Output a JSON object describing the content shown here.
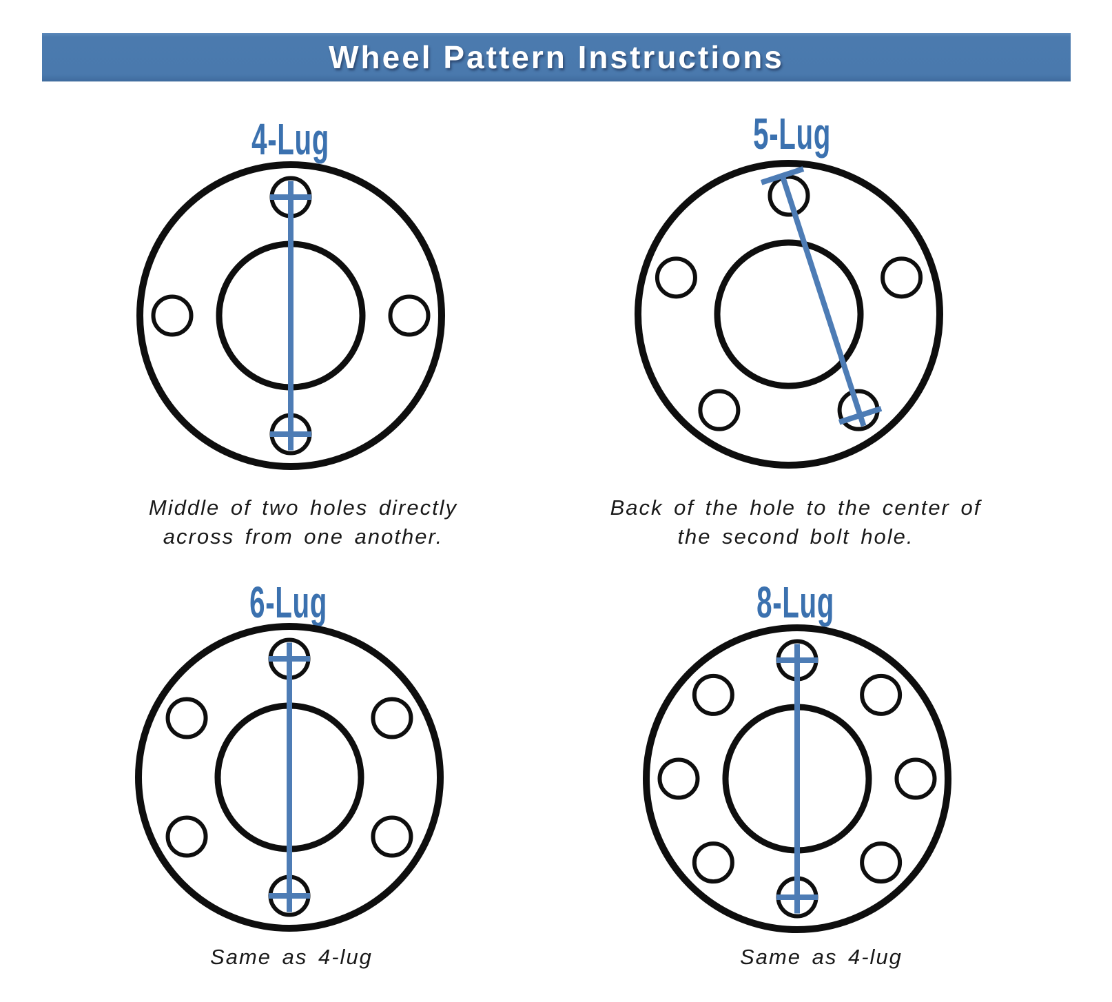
{
  "title": "Wheel Pattern Instructions",
  "colors": {
    "header_bg": "#4a79ad",
    "label_blue": "#3b71af",
    "measure_blue": "#4d7cb5",
    "outline": "#0e0e0e",
    "caption_text": "#191919",
    "title_text": "#ffffff"
  },
  "diagram": {
    "wheels": [
      {
        "id": "4-lug",
        "label": "4-Lug",
        "lugs": 4,
        "measure": "across-centers",
        "caption_lines": [
          "Middle of two holes directly",
          "across from one another."
        ]
      },
      {
        "id": "5-lug",
        "label": "5-Lug",
        "lugs": 5,
        "measure": "back-to-second",
        "caption_lines": [
          "Back of the hole to the center of",
          "the second bolt hole."
        ]
      },
      {
        "id": "6-lug",
        "label": "6-Lug",
        "lugs": 6,
        "measure": "across-centers",
        "caption_lines": [
          "Same as 4-lug"
        ]
      },
      {
        "id": "8-lug",
        "label": "8-Lug",
        "lugs": 8,
        "measure": "across-centers",
        "caption_lines": [
          "Same as 4-lug"
        ]
      }
    ]
  }
}
